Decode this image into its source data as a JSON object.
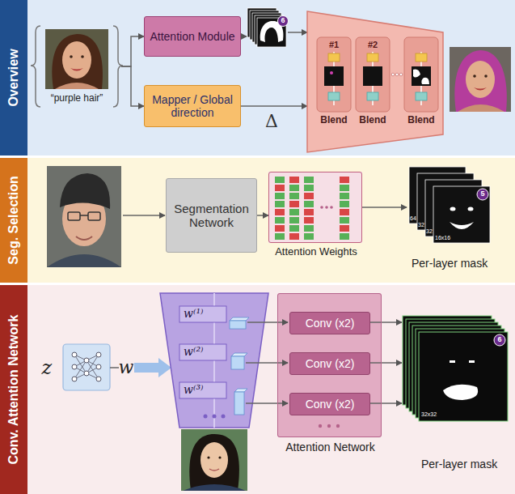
{
  "diagram": {
    "nodes": [
      {
        "text": [
          "Overview"
        ]
      },
      {
        "text": [
          "“purple hair”"
        ],
        "in": 0
      },
      {
        "text": [
          "Attention Module"
        ],
        "in": 0
      },
      {
        "text": [
          "Mapper / Global direction"
        ],
        "in": 0
      },
      {
        "text": [
          "#1",
          "Blend"
        ],
        "in": 0
      },
      {
        "text": [
          "#2",
          "Blend"
        ],
        "in": 0
      },
      {
        "text": [
          "Blend"
        ],
        "in": 0
      },
      {
        "text": [
          "Seg. Selection"
        ]
      },
      {
        "text": [
          "Segmentation Network"
        ],
        "in": 7
      },
      {
        "text": [
          "Attention Weights"
        ],
        "in": 7
      },
      {
        "text": [
          "Conv. Attention Network"
        ]
      },
      {
        "text": [
          "Attention Network"
        ],
        "in": 10
      },
      {
        "text": [
          "Conv (x2)"
        ],
        "in": 11
      },
      {
        "text": [
          "Conv (x2)"
        ],
        "in": 11
      },
      {
        "text": [
          "Conv (x2)"
        ],
        "in": 11
      }
    ],
    "edges": [
      {
        "from": 1,
        "to": 2,
        "arrow": "to"
      },
      {
        "from": 1,
        "to": 3,
        "arrow": "to"
      },
      {
        "from": 8,
        "to": 9,
        "arrow": "to"
      }
    ],
    "labels": [
      "6",
      "Δ",
      "64",
      "32",
      "32",
      "16x16",
      "5",
      "Per-layer mask",
      "z",
      "w",
      "w⁽¹⁾",
      "w⁽²⁾",
      "w⁽³⁾",
      "32x32",
      "6",
      "Per-layer mask"
    ]
  }
}
